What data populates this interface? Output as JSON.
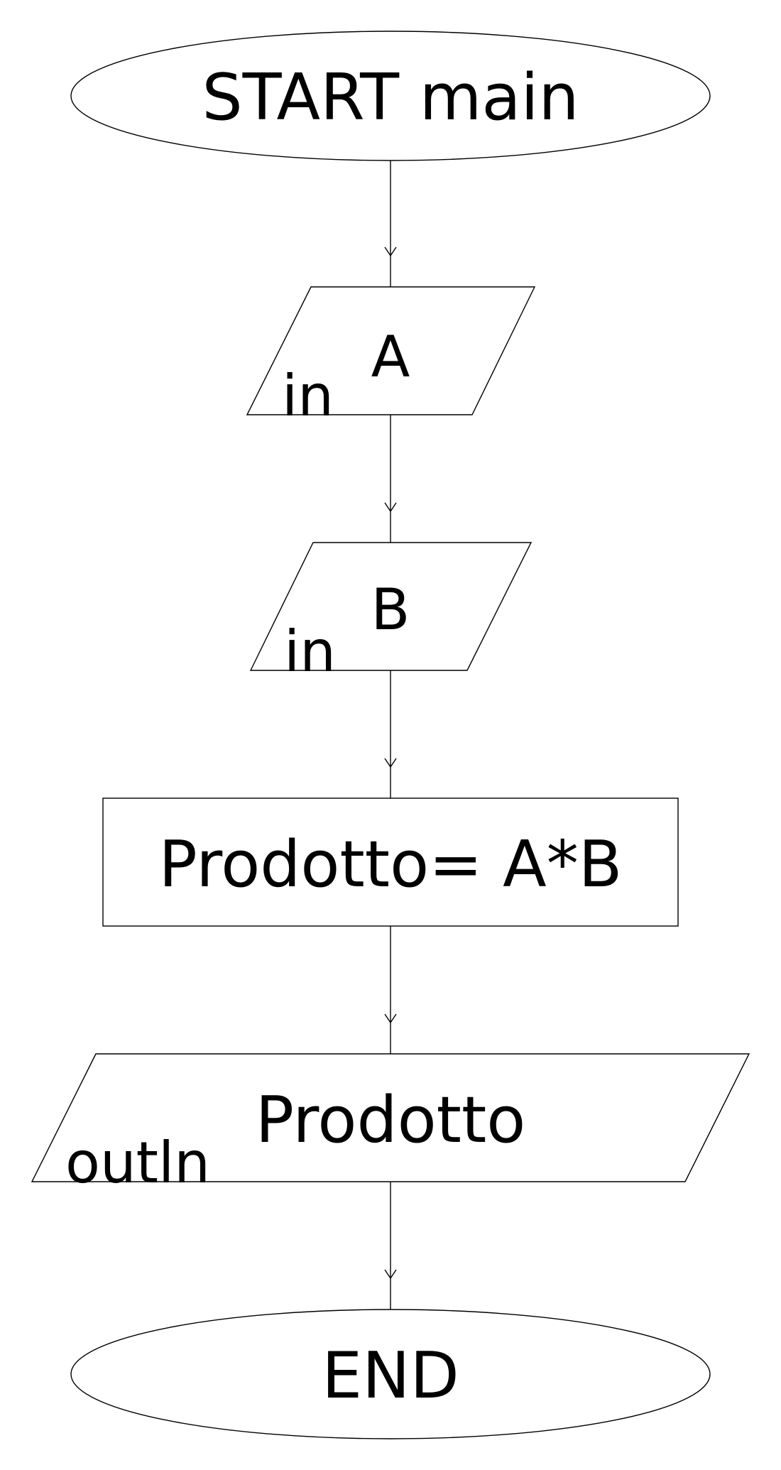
{
  "diagram": {
    "nodes": [
      {
        "id": "start",
        "shape": "terminal",
        "text": "START main"
      },
      {
        "id": "input-a",
        "shape": "io",
        "keyword": "in",
        "text": "A"
      },
      {
        "id": "input-b",
        "shape": "io",
        "keyword": "in",
        "text": "B"
      },
      {
        "id": "process",
        "shape": "process",
        "text": "Prodotto= A*B"
      },
      {
        "id": "output",
        "shape": "io",
        "keyword": "outln",
        "text": "Prodotto"
      },
      {
        "id": "end",
        "shape": "terminal",
        "text": "END"
      }
    ],
    "edges": [
      {
        "from": "start",
        "to": "input-a"
      },
      {
        "from": "input-a",
        "to": "input-b"
      },
      {
        "from": "input-b",
        "to": "process"
      },
      {
        "from": "process",
        "to": "output"
      },
      {
        "from": "output",
        "to": "end"
      }
    ]
  }
}
